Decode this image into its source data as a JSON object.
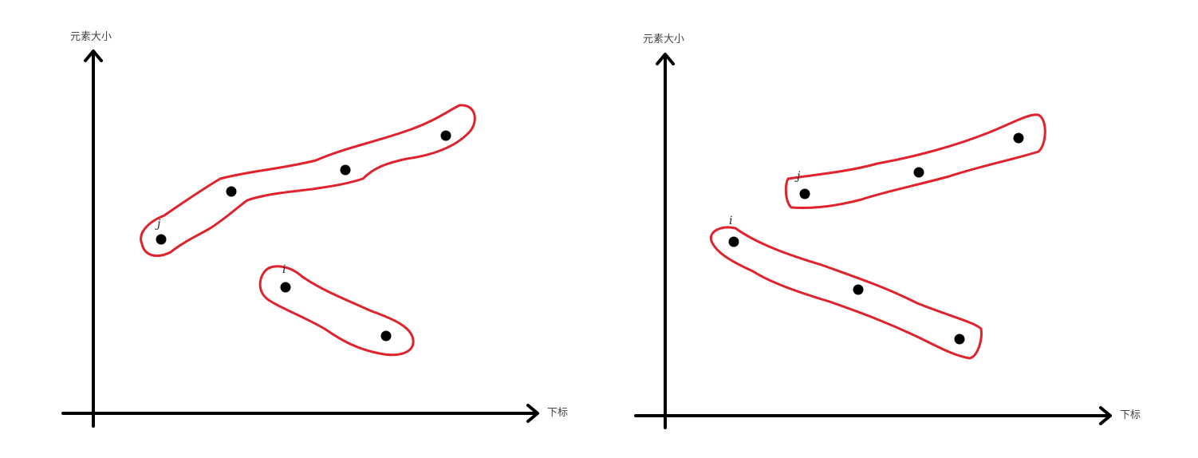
{
  "colors": {
    "axis": "#000000",
    "point": "#000000",
    "outline": "#e0222c",
    "label": "#444444"
  },
  "panels": [
    {
      "y_axis_label": "元素大小",
      "x_axis_label": "下标",
      "groups": [
        {
          "label": "j",
          "points": 4
        },
        {
          "label": "i",
          "points": 2
        }
      ]
    },
    {
      "y_axis_label": "元素大小",
      "x_axis_label": "下标",
      "groups": [
        {
          "label": "j",
          "points": 3
        },
        {
          "label": "i",
          "points": 3
        }
      ]
    }
  ]
}
